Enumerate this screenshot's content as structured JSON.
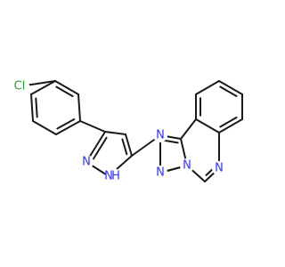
{
  "colors": {
    "bond": "#1a1a1a",
    "N": "#3333ff",
    "Cl": "#21a321",
    "background": "#ffffff"
  },
  "atom_labels": {
    "cl": "Cl",
    "n_pyr_a": "N",
    "nh": "H",
    "n_pyr_b": "N",
    "n_tri_a": "N",
    "n_tri_b": "N",
    "n_tri_c": "N",
    "n_quin": "N"
  }
}
